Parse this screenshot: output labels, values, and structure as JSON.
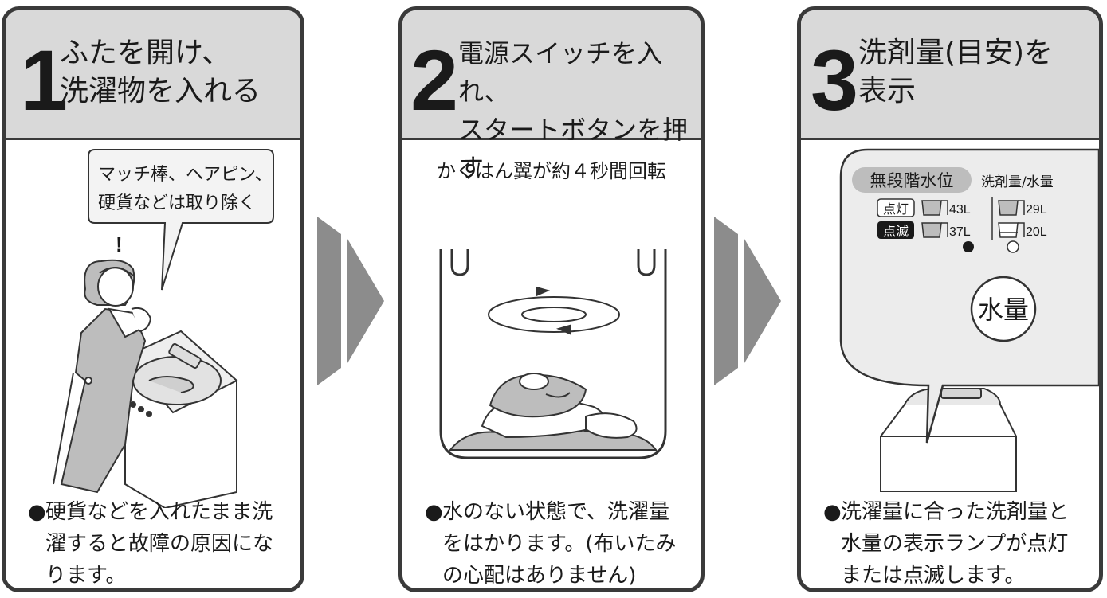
{
  "steps": [
    {
      "number": "1",
      "title": "ふたを開け、\n洗濯物を入れる",
      "bubble": "マッチ棒、ヘアピン、\n硬貨などは取り除く",
      "exclaim": "!",
      "note_bullet": "●",
      "note": "硬貨などを入れたまま洗濯すると故障の原因になります。"
    },
    {
      "number": "2",
      "title": "電源スイッチを入れ、\nスタートボタンを押す",
      "subtitle": "かくはん翼が約４秒間回転",
      "note_bullet": "●",
      "note": "水のない状態で、洗濯量をはかります。(布いたみの心配はありません)"
    },
    {
      "number": "3",
      "title": "洗剤量(目安)を\n表示",
      "panel": {
        "mode_label": "無段階水位",
        "mode_right": "洗剤量/水量",
        "lit_label": "点灯",
        "blink_label": "点滅",
        "v43": "43L",
        "v37": "37L",
        "v29": "29L",
        "v20": "20L",
        "button_label": "水量"
      },
      "note_bullet": "●",
      "note": "洗濯量に合った洗剤量と水量の表示ランプが点灯または点滅します。"
    }
  ],
  "colors": {
    "header_bg": "#d9d9d9",
    "border": "#3a3a3a",
    "arrow": "#8c8c8c",
    "cloth": "#bdbdbd"
  }
}
